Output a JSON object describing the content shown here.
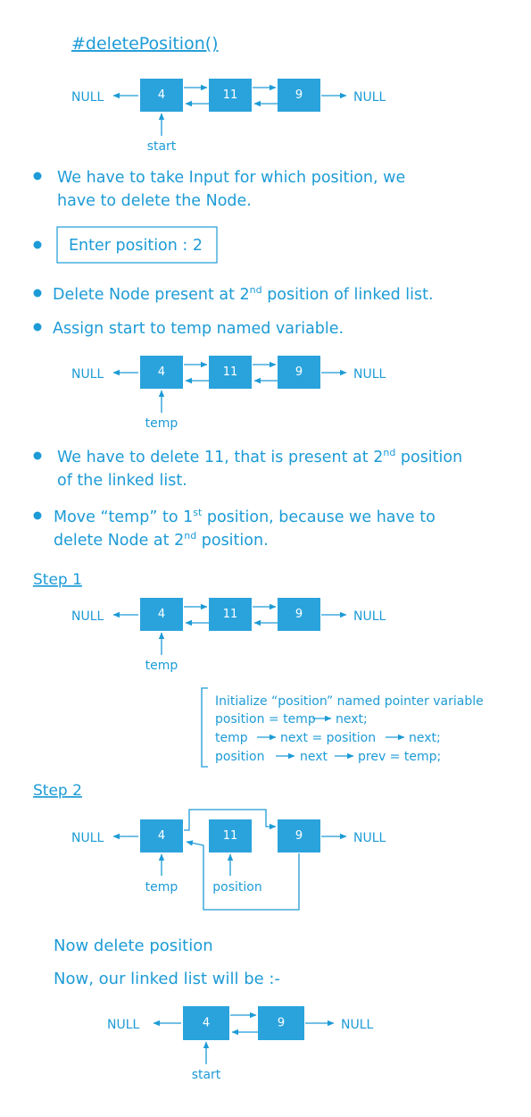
{
  "title": "#deletePosition()",
  "null_label": "NULL",
  "labels": {
    "start": "start",
    "temp": "temp",
    "position": "position"
  },
  "nodes": {
    "a": "4",
    "b": "11",
    "c": "9"
  },
  "bullets": {
    "b1_line1": "We have to take Input for which position, we",
    "b1_line2": "have to delete the Node.",
    "input_box": "Enter position : 2",
    "b3_pre": "Delete Node present at 2",
    "b3_sup": "nd",
    "b3_post": " position of linked list.",
    "b4": "Assign start to temp named variable.",
    "b5_line1_pre": "We have to delete 11, that is present at 2",
    "b5_line1_sup": "nd",
    "b5_line1_post": " position",
    "b5_line2": "of the linked list.",
    "b6_line1_pre": "Move “temp” to 1",
    "b6_line1_sup": "st",
    "b6_line1_post": " position, because we have to",
    "b6_line2_pre": "delete Node at 2",
    "b6_line2_sup": "nd",
    "b6_line2_post": " position."
  },
  "step1": "Step 1",
  "step2": "Step 2",
  "code": {
    "line1": "Initialize “position” named pointer variable",
    "line2_a": "position = temp",
    "line2_b": "next;",
    "line3_a": "temp",
    "line3_b": "next = position",
    "line3_c": "next;",
    "line4_a": "position",
    "line4_b": "next",
    "line4_c": "prev = temp;"
  },
  "conclusion": {
    "line1": "Now delete position",
    "line2": "Now, our linked list will be :-"
  }
}
